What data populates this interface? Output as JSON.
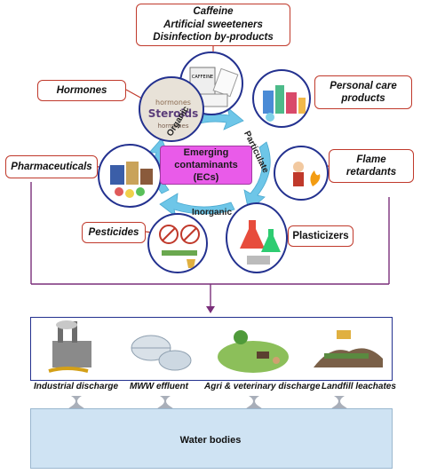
{
  "center": {
    "line1": "Emerging",
    "line2": "contaminants",
    "line3": "(ECs)"
  },
  "axes": {
    "organic": "Organic",
    "particulate": "Particulate",
    "inorganic": "Inorganic"
  },
  "categories": {
    "caffeine": {
      "line1": "Caffeine",
      "line2": "Artificial sweeteners",
      "line3": "Disinfection by-products"
    },
    "hormones": "Hormones",
    "personal_care": {
      "line1": "Personal care",
      "line2": "products"
    },
    "pharmaceuticals": "Pharmaceuticals",
    "flame": {
      "line1": "Flame",
      "line2": "retardants"
    },
    "pesticides": "Pesticides",
    "plasticizers": "Plasticizers"
  },
  "sources": {
    "industrial": "Industrial discharge",
    "mww": "MWW effluent",
    "agri": "Agri & veterinary discharge",
    "landfill": "Landfill leachates"
  },
  "sink": "Water bodies",
  "colors": {
    "label_border": "#c0392b",
    "circle_border": "#23318f",
    "center_fill": "#e95be9",
    "arrow": "#6ec6e8",
    "connector": "#7a2f7a",
    "water": "#cfe3f3"
  }
}
